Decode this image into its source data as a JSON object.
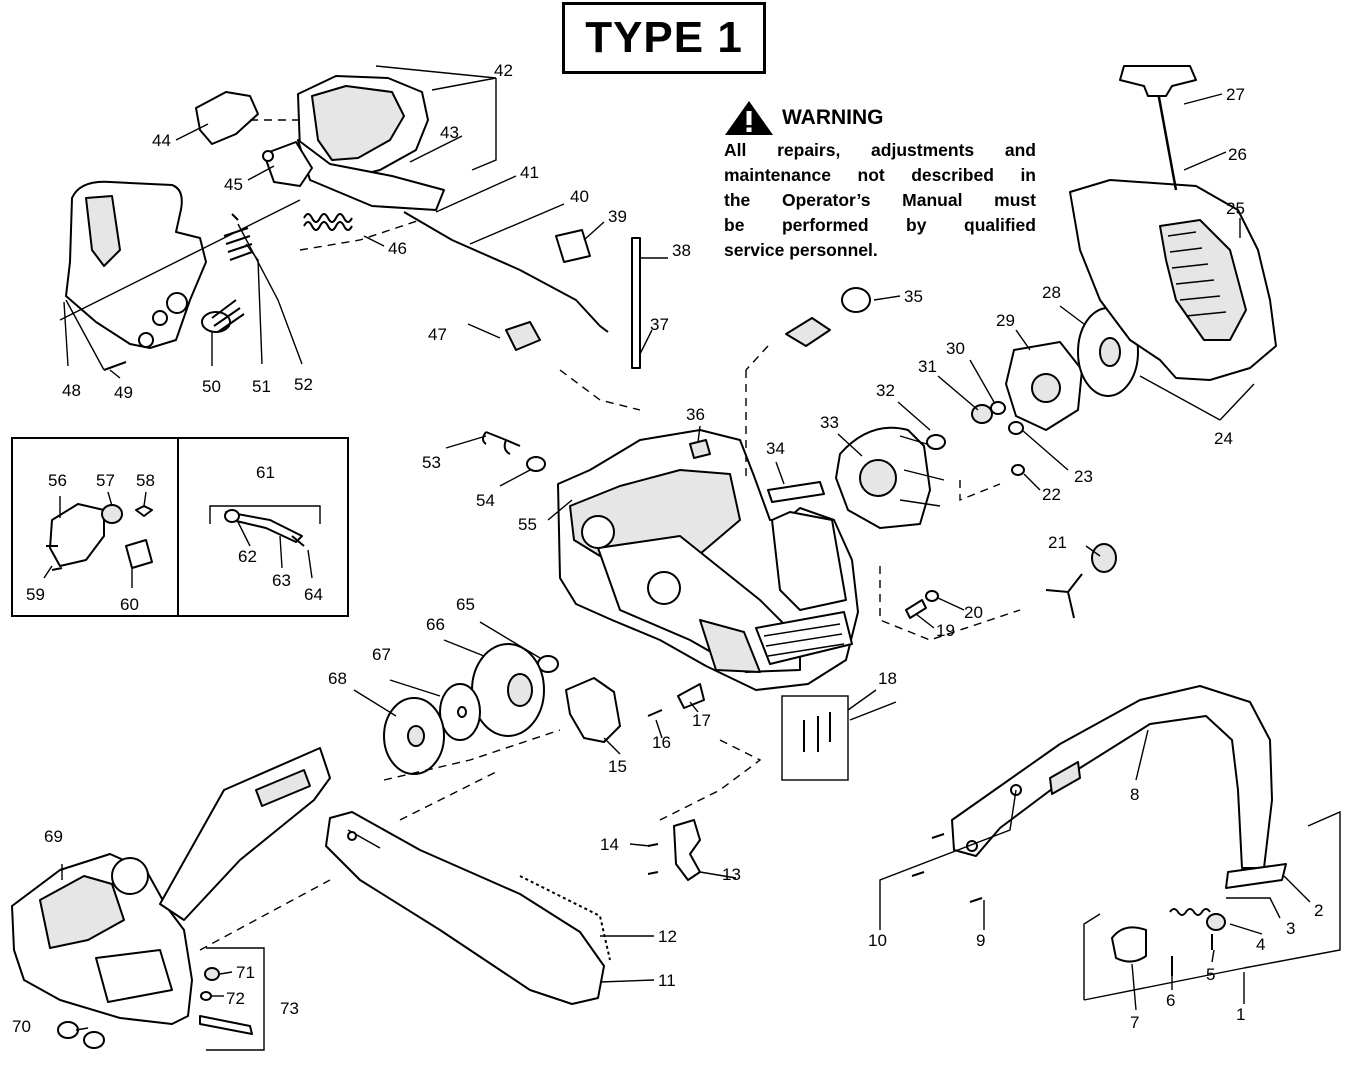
{
  "title": "TYPE 1",
  "warning": {
    "heading": "WARNING",
    "lines": [
      [
        "All",
        "repairs,",
        "adjustments",
        "and"
      ],
      [
        "maintenance",
        "not",
        "described",
        "in"
      ],
      [
        "the",
        "Operator’s",
        "Manual",
        "must"
      ],
      [
        "be",
        "performed",
        "by",
        "qualified"
      ],
      [
        "service",
        "personnel."
      ]
    ]
  },
  "callouts": [
    "1",
    "2",
    "3",
    "4",
    "5",
    "6",
    "7",
    "8",
    "9",
    "10",
    "11",
    "12",
    "13",
    "14",
    "15",
    "16",
    "17",
    "18",
    "19",
    "20",
    "21",
    "22",
    "23",
    "24",
    "25",
    "26",
    "27",
    "28",
    "29",
    "30",
    "31",
    "32",
    "33",
    "34",
    "35",
    "36",
    "37",
    "38",
    "39",
    "40",
    "41",
    "42",
    "43",
    "44",
    "45",
    "46",
    "47",
    "48",
    "49",
    "50",
    "51",
    "52",
    "53",
    "54",
    "55",
    "56",
    "57",
    "58",
    "59",
    "60",
    "61",
    "62",
    "63",
    "64",
    "65",
    "66",
    "67",
    "68",
    "69",
    "70",
    "71",
    "72",
    "73"
  ],
  "icons": {
    "warning": "warning-triangle-icon"
  }
}
